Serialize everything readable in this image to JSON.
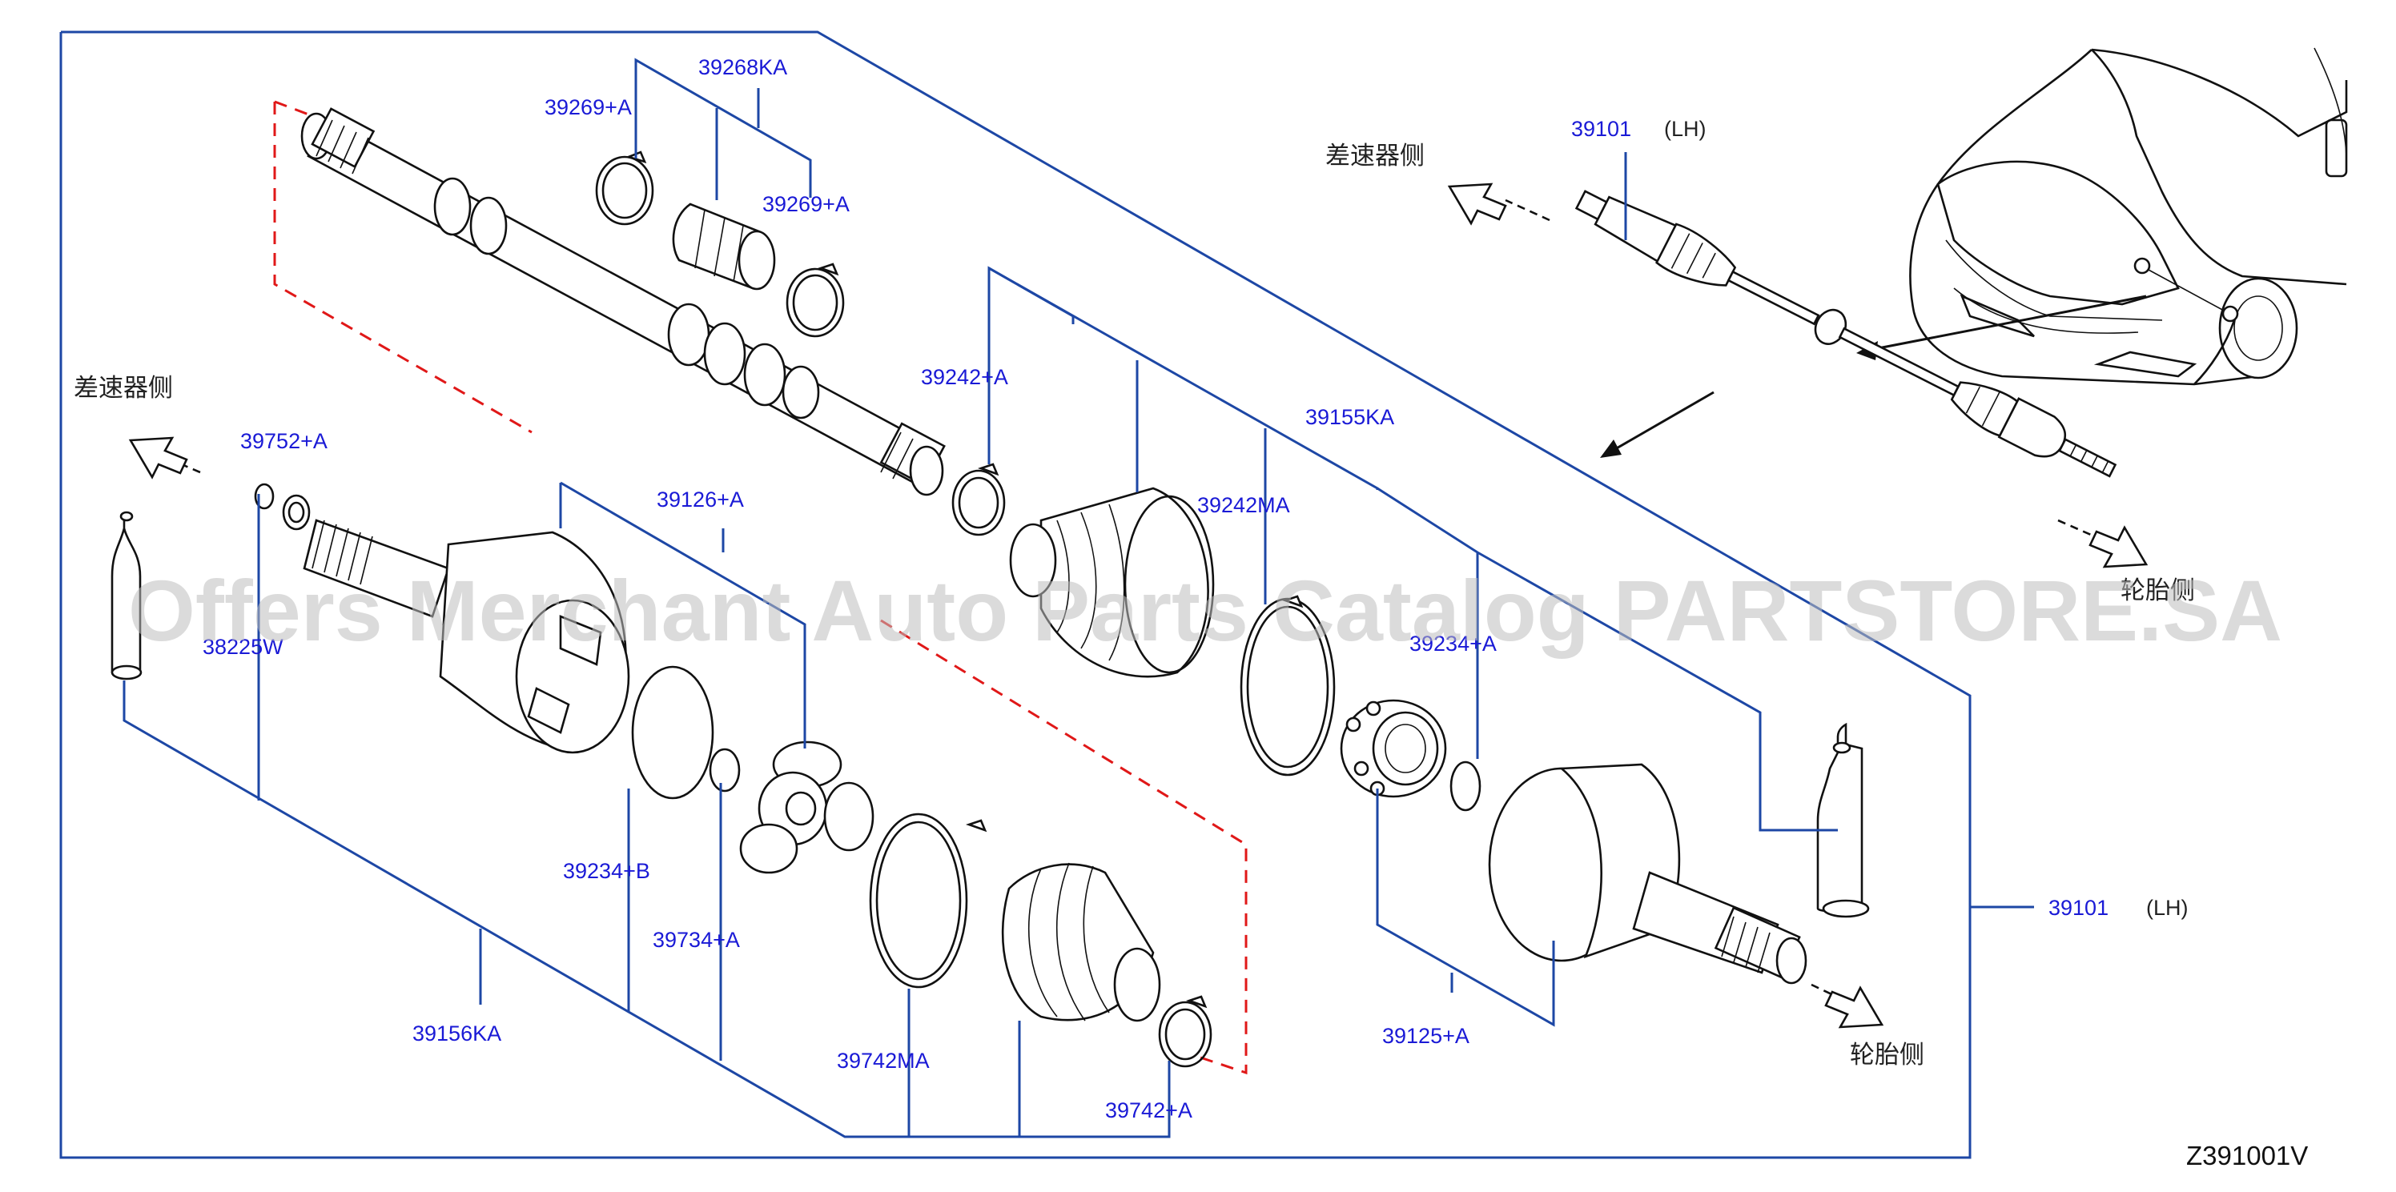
{
  "labels": {
    "p39268KA": "39268KA",
    "p39269A_1": "39269+A",
    "p39269A_2": "39269+A",
    "p39101_top": "39101",
    "lh_top": "(LH)",
    "p39242A": "39242+A",
    "p39155KA": "39155KA",
    "p39752A": "39752+A",
    "p39126A": "39126+A",
    "p39242MA": "39242MA",
    "p38225W": "38225W",
    "p39234A": "39234+A",
    "p39234B": "39234+B",
    "p39734A": "39734+A",
    "p39101_right": "39101",
    "lh_right": "(LH)",
    "p39156KA": "39156KA",
    "p39742MA": "39742MA",
    "p39742A": "39742+A",
    "p39125A": "39125+A"
  },
  "direction_labels": {
    "diff_side_top": "差速器侧",
    "diff_side_left": "差速器侧",
    "wheel_side_top": "轮胎侧",
    "wheel_side_bottom": "轮胎侧"
  },
  "diagram_code": "Z391001V",
  "watermark": "Offers Merchant Auto Parts Catalog PARTSTORE.SA",
  "colors": {
    "part_number": "#1a1ad6",
    "leader_line": "#1d47a5",
    "group_dash": "#e01818",
    "outline": "#111111"
  }
}
